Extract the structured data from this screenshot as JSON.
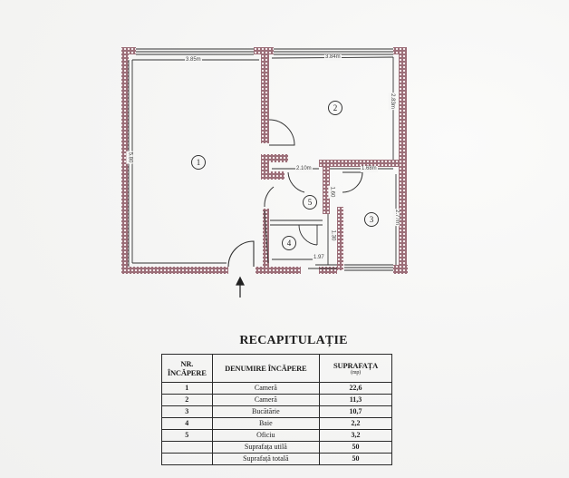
{
  "floor_plan": {
    "rooms": [
      {
        "number": "1",
        "label": "①"
      },
      {
        "number": "2",
        "label": "②"
      },
      {
        "number": "3",
        "label": "③"
      },
      {
        "number": "4",
        "label": "④"
      },
      {
        "number": "5",
        "label": "⑤"
      }
    ],
    "dimensions": {
      "room1_width": "3.85m",
      "room2_width": "3.84m",
      "room2_height": "2.83m",
      "room1_height": "5.80",
      "room5_width": "2.10m",
      "room3_width": "1.68m",
      "room3_height": "2.77m",
      "room5_height": "1.60",
      "room4_width": "1.97",
      "room4_height": "1.30"
    },
    "entry_arrow": "entry-arrow"
  },
  "summary": {
    "title": "RECAPITULAȚIE",
    "headers": {
      "nr": "NR. ÎNCĂPERE",
      "name": "DENUMIRE ÎNCĂPERE",
      "area": "SUPRAFAȚA",
      "area_unit": "(mp)"
    },
    "rows": [
      {
        "nr": "1",
        "name": "Cameră",
        "area": "22,6"
      },
      {
        "nr": "2",
        "name": "Cameră",
        "area": "11,3"
      },
      {
        "nr": "3",
        "name": "Bucătărie",
        "area": "10,7"
      },
      {
        "nr": "4",
        "name": "Baie",
        "area": "2,2"
      },
      {
        "nr": "5",
        "name": "Oficiu",
        "area": "3,2"
      },
      {
        "nr": "",
        "name": "Suprafața utilă",
        "area": "50"
      },
      {
        "nr": "",
        "name": "Suprafață totală",
        "area": "50"
      }
    ]
  },
  "colors": {
    "wall_fill": "#a77b85",
    "wall_hatch": "#f2e6e9",
    "line": "#2b2b2b"
  }
}
